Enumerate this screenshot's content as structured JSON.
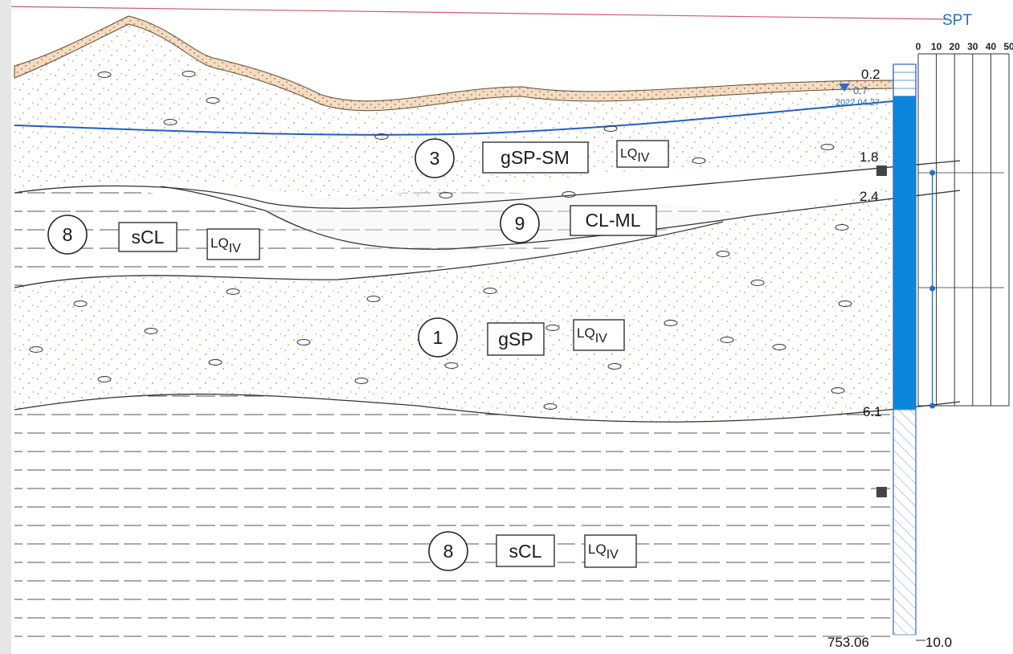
{
  "spt": {
    "title": "SPT",
    "ticks": [
      "0",
      "10",
      "20",
      "30",
      "40",
      "50"
    ],
    "values": [
      10,
      10,
      10
    ]
  },
  "water_level": {
    "depth": "0.7",
    "date": "2022.04.27"
  },
  "depths": {
    "d1": "0.2",
    "d2": "1.8",
    "d3": "2.4",
    "d4": "6.1",
    "bottom_elevation": "753.06",
    "bottom_depth": "10.0"
  },
  "layers": {
    "l3": {
      "number": "3",
      "code": "gSP-SM",
      "origin_main": "LQ",
      "origin_sub": "IV"
    },
    "l9": {
      "number": "9",
      "code": "CL-ML"
    },
    "l8_left": {
      "number": "8",
      "code": "sCL",
      "origin_main": "LQ",
      "origin_sub": "IV"
    },
    "l1": {
      "number": "1",
      "code": "gSP",
      "origin_main": "LQ",
      "origin_sub": "IV"
    },
    "l8_bottom": {
      "number": "8",
      "code": "sCL",
      "origin_main": "LQ",
      "origin_sub": "IV"
    }
  },
  "colors": {
    "water_line": "#2060c8",
    "borehole_fill": "#0a86dc",
    "top_border": "#d25a6e",
    "sand_dot": "#c8a060",
    "topsoil": "#e8cfb0"
  }
}
